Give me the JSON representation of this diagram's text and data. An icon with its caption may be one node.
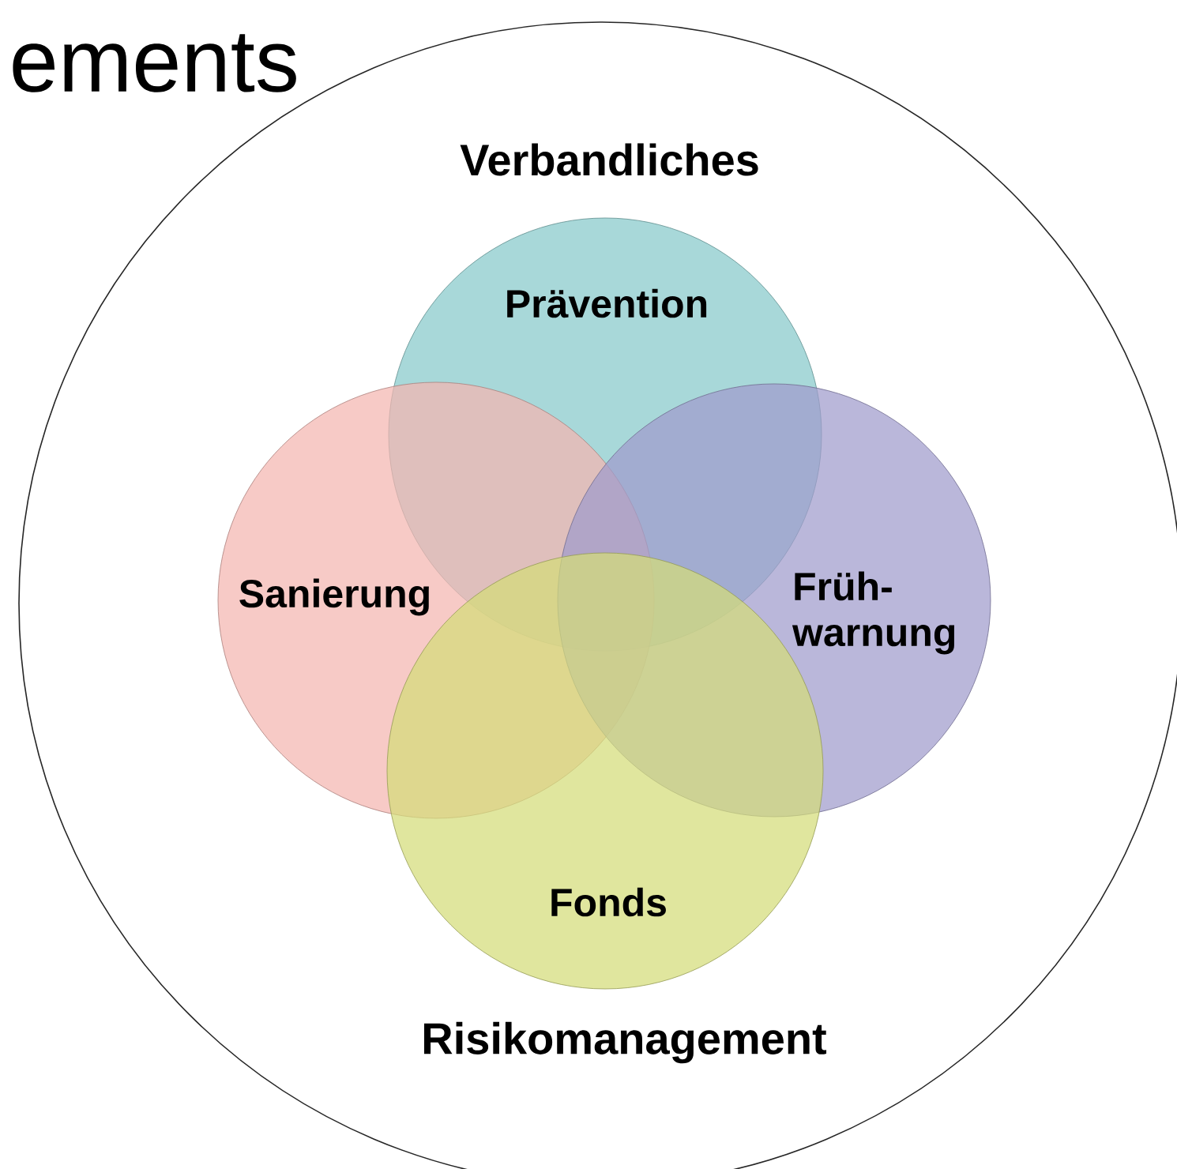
{
  "diagram": {
    "nodes": [
      {
        "text": [
          "Verbandliches",
          "Risikomanagement"
        ]
      },
      {
        "text": [
          "Prävention"
        ],
        "in": 0
      },
      {
        "text": [
          "Sanierung"
        ],
        "in": 0
      },
      {
        "text": [
          "Früh- warnung"
        ],
        "in": 0
      },
      {
        "text": [
          "Fonds"
        ],
        "in": 0
      }
    ],
    "labels": [
      "ements"
    ]
  }
}
